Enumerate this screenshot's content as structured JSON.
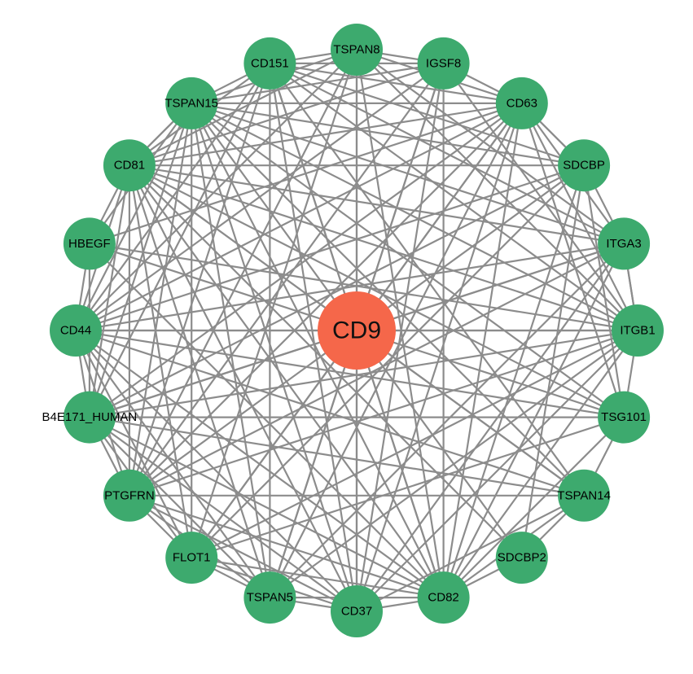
{
  "network": {
    "hub": {
      "id": "CD9",
      "label": "CD9"
    },
    "nodes": [
      {
        "id": "TSPAN8",
        "label": "TSPAN8"
      },
      {
        "id": "IGSF8",
        "label": "IGSF8"
      },
      {
        "id": "CD63",
        "label": "CD63"
      },
      {
        "id": "SDCBP",
        "label": "SDCBP"
      },
      {
        "id": "ITGA3",
        "label": "ITGA3"
      },
      {
        "id": "ITGB1",
        "label": "ITGB1"
      },
      {
        "id": "TSG101",
        "label": "TSG101"
      },
      {
        "id": "TSPAN14",
        "label": "TSPAN14"
      },
      {
        "id": "SDCBP2",
        "label": "SDCBP2"
      },
      {
        "id": "CD82",
        "label": "CD82"
      },
      {
        "id": "CD37",
        "label": "CD37"
      },
      {
        "id": "TSPAN5",
        "label": "TSPAN5"
      },
      {
        "id": "FLOT1",
        "label": "FLOT1"
      },
      {
        "id": "PTGFRN",
        "label": "PTGFRN"
      },
      {
        "id": "B4E171_HUMAN",
        "label": "B4E171_HUMAN"
      },
      {
        "id": "CD44",
        "label": "CD44"
      },
      {
        "id": "HBEGF",
        "label": "HBEGF"
      },
      {
        "id": "CD81",
        "label": "CD81"
      },
      {
        "id": "TSPAN15",
        "label": "TSPAN15"
      },
      {
        "id": "CD151",
        "label": "CD151"
      }
    ],
    "edges": [
      [
        "CD9",
        "TSPAN8"
      ],
      [
        "CD9",
        "IGSF8"
      ],
      [
        "CD9",
        "CD63"
      ],
      [
        "CD9",
        "SDCBP"
      ],
      [
        "CD9",
        "ITGA3"
      ],
      [
        "CD9",
        "ITGB1"
      ],
      [
        "CD9",
        "TSG101"
      ],
      [
        "CD9",
        "TSPAN14"
      ],
      [
        "CD9",
        "SDCBP2"
      ],
      [
        "CD9",
        "CD82"
      ],
      [
        "CD9",
        "CD37"
      ],
      [
        "CD9",
        "TSPAN5"
      ],
      [
        "CD9",
        "FLOT1"
      ],
      [
        "CD9",
        "PTGFRN"
      ],
      [
        "CD9",
        "B4E171_HUMAN"
      ],
      [
        "CD9",
        "CD44"
      ],
      [
        "CD9",
        "HBEGF"
      ],
      [
        "CD9",
        "CD81"
      ],
      [
        "CD9",
        "TSPAN15"
      ],
      [
        "CD9",
        "CD151"
      ],
      [
        "TSPAN8",
        "IGSF8"
      ],
      [
        "IGSF8",
        "CD63"
      ],
      [
        "CD63",
        "SDCBP"
      ],
      [
        "SDCBP",
        "ITGA3"
      ],
      [
        "ITGA3",
        "ITGB1"
      ],
      [
        "ITGB1",
        "TSG101"
      ],
      [
        "TSG101",
        "TSPAN14"
      ],
      [
        "TSPAN14",
        "SDCBP2"
      ],
      [
        "CD82",
        "CD37"
      ],
      [
        "CD37",
        "TSPAN5"
      ],
      [
        "TSPAN5",
        "FLOT1"
      ],
      [
        "FLOT1",
        "PTGFRN"
      ],
      [
        "PTGFRN",
        "B4E171_HUMAN"
      ],
      [
        "B4E171_HUMAN",
        "CD44"
      ],
      [
        "CD44",
        "HBEGF"
      ],
      [
        "HBEGF",
        "CD81"
      ],
      [
        "CD81",
        "TSPAN15"
      ],
      [
        "TSPAN15",
        "CD151"
      ],
      [
        "CD151",
        "TSPAN8"
      ],
      [
        "CD151",
        "IGSF8"
      ],
      [
        "CD151",
        "CD63"
      ],
      [
        "CD151",
        "ITGA3"
      ],
      [
        "CD151",
        "ITGB1"
      ],
      [
        "CD151",
        "CD81"
      ],
      [
        "CD151",
        "CD44"
      ],
      [
        "CD151",
        "CD82"
      ],
      [
        "CD151",
        "CD37"
      ],
      [
        "CD151",
        "TSPAN5"
      ],
      [
        "CD151",
        "PTGFRN"
      ],
      [
        "CD151",
        "B4E171_HUMAN"
      ],
      [
        "CD151",
        "SDCBP"
      ],
      [
        "CD151",
        "TSPAN14"
      ],
      [
        "TSPAN8",
        "CD63"
      ],
      [
        "TSPAN8",
        "CD81"
      ],
      [
        "TSPAN8",
        "ITGB1"
      ],
      [
        "TSPAN8",
        "ITGA3"
      ],
      [
        "TSPAN8",
        "CD82"
      ],
      [
        "TSPAN8",
        "CD37"
      ],
      [
        "TSPAN8",
        "CD44"
      ],
      [
        "TSPAN8",
        "TSPAN15"
      ],
      [
        "TSPAN8",
        "PTGFRN"
      ],
      [
        "TSPAN8",
        "FLOT1"
      ],
      [
        "IGSF8",
        "CD81"
      ],
      [
        "IGSF8",
        "ITGB1"
      ],
      [
        "IGSF8",
        "CD82"
      ],
      [
        "IGSF8",
        "CD44"
      ],
      [
        "IGSF8",
        "TSPAN5"
      ],
      [
        "IGSF8",
        "PTGFRN"
      ],
      [
        "IGSF8",
        "TSPAN15"
      ],
      [
        "IGSF8",
        "CD37"
      ],
      [
        "CD63",
        "CD81"
      ],
      [
        "CD63",
        "SDCBP"
      ],
      [
        "CD63",
        "TSG101"
      ],
      [
        "CD63",
        "CD82"
      ],
      [
        "CD63",
        "CD37"
      ],
      [
        "CD63",
        "ITGB1"
      ],
      [
        "CD63",
        "ITGA3"
      ],
      [
        "CD63",
        "CD44"
      ],
      [
        "CD63",
        "B4E171_HUMAN"
      ],
      [
        "CD63",
        "FLOT1"
      ],
      [
        "CD63",
        "TSPAN5"
      ],
      [
        "CD63",
        "HBEGF"
      ],
      [
        "CD63",
        "PTGFRN"
      ],
      [
        "CD63",
        "TSPAN15"
      ],
      [
        "SDCBP",
        "TSG101"
      ],
      [
        "SDCBP",
        "CD81"
      ],
      [
        "SDCBP",
        "FLOT1"
      ],
      [
        "SDCBP",
        "CD82"
      ],
      [
        "SDCBP",
        "SDCBP2"
      ],
      [
        "SDCBP",
        "CD44"
      ],
      [
        "SDCBP",
        "B4E171_HUMAN"
      ],
      [
        "SDCBP",
        "TSPAN15"
      ],
      [
        "ITGA3",
        "ITGB1"
      ],
      [
        "ITGA3",
        "CD81"
      ],
      [
        "ITGA3",
        "CD44"
      ],
      [
        "ITGA3",
        "CD82"
      ],
      [
        "ITGA3",
        "CD37"
      ],
      [
        "ITGA3",
        "B4E171_HUMAN"
      ],
      [
        "ITGA3",
        "PTGFRN"
      ],
      [
        "ITGA3",
        "TSPAN15"
      ],
      [
        "ITGA3",
        "TSPAN5"
      ],
      [
        "ITGB1",
        "CD81"
      ],
      [
        "ITGB1",
        "CD44"
      ],
      [
        "ITGB1",
        "CD82"
      ],
      [
        "ITGB1",
        "CD37"
      ],
      [
        "ITGB1",
        "FLOT1"
      ],
      [
        "ITGB1",
        "PTGFRN"
      ],
      [
        "ITGB1",
        "B4E171_HUMAN"
      ],
      [
        "ITGB1",
        "HBEGF"
      ],
      [
        "ITGB1",
        "TSPAN5"
      ],
      [
        "ITGB1",
        "TSPAN15"
      ],
      [
        "TSG101",
        "CD81"
      ],
      [
        "TSG101",
        "FLOT1"
      ],
      [
        "TSG101",
        "CD82"
      ],
      [
        "TSG101",
        "CD44"
      ],
      [
        "TSG101",
        "B4E171_HUMAN"
      ],
      [
        "TSG101",
        "TSPAN15"
      ],
      [
        "TSPAN14",
        "CD81"
      ],
      [
        "TSPAN14",
        "CD82"
      ],
      [
        "TSPAN14",
        "CD37"
      ],
      [
        "TSPAN14",
        "PTGFRN"
      ],
      [
        "TSPAN14",
        "B4E171_HUMAN"
      ],
      [
        "TSPAN14",
        "TSPAN15"
      ],
      [
        "TSPAN14",
        "CD44"
      ],
      [
        "SDCBP2",
        "CD81"
      ],
      [
        "SDCBP2",
        "CD82"
      ],
      [
        "CD82",
        "CD81"
      ],
      [
        "CD82",
        "CD44"
      ],
      [
        "CD82",
        "FLOT1"
      ],
      [
        "CD82",
        "PTGFRN"
      ],
      [
        "CD82",
        "B4E171_HUMAN"
      ],
      [
        "CD82",
        "HBEGF"
      ],
      [
        "CD82",
        "TSPAN15"
      ],
      [
        "CD82",
        "TSPAN5"
      ],
      [
        "CD37",
        "CD81"
      ],
      [
        "CD37",
        "CD44"
      ],
      [
        "CD37",
        "PTGFRN"
      ],
      [
        "CD37",
        "FLOT1"
      ],
      [
        "CD37",
        "B4E171_HUMAN"
      ],
      [
        "CD37",
        "TSPAN15"
      ],
      [
        "TSPAN5",
        "CD81"
      ],
      [
        "TSPAN5",
        "CD44"
      ],
      [
        "TSPAN5",
        "PTGFRN"
      ],
      [
        "TSPAN5",
        "B4E171_HUMAN"
      ],
      [
        "TSPAN5",
        "TSPAN15"
      ],
      [
        "FLOT1",
        "CD81"
      ],
      [
        "FLOT1",
        "CD44"
      ],
      [
        "FLOT1",
        "B4E171_HUMAN"
      ],
      [
        "FLOT1",
        "TSPAN15"
      ],
      [
        "PTGFRN",
        "CD81"
      ],
      [
        "PTGFRN",
        "CD44"
      ],
      [
        "PTGFRN",
        "TSPAN15"
      ],
      [
        "B4E171_HUMAN",
        "CD81"
      ],
      [
        "B4E171_HUMAN",
        "TSPAN15"
      ],
      [
        "B4E171_HUMAN",
        "HBEGF"
      ],
      [
        "CD44",
        "CD81"
      ],
      [
        "CD44",
        "TSPAN15"
      ],
      [
        "HBEGF",
        "TSPAN15"
      ],
      [
        "CD81",
        "TSPAN15"
      ]
    ],
    "colors": {
      "node": "#3daa6e",
      "hub": "#f5674a",
      "edge": "#8c8c8c",
      "background": "#ffffff"
    }
  }
}
